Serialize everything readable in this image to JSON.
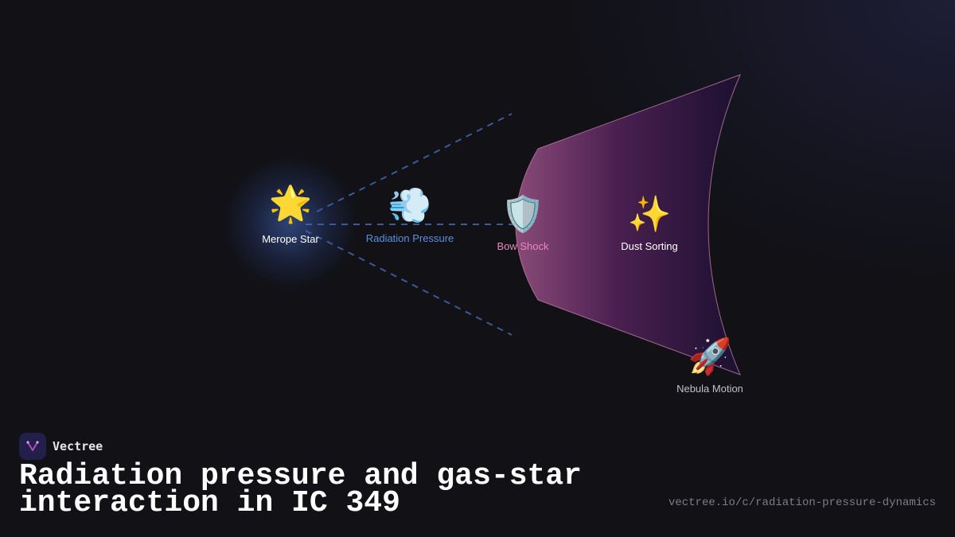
{
  "brand": {
    "name": "Vectree",
    "logo_icon": "v-sparkle-icon"
  },
  "title": "Radiation pressure and gas-star interaction in IC 349",
  "url": "vectree.io/c/radiation-pressure-dynamics",
  "colors": {
    "background": "#111116",
    "radiation_label": "#5b8fe0",
    "bow_shock_label": "#e88ac0",
    "default_label": "#ffffff",
    "nebula_label": "#c0c0c8",
    "ray_lines": "#3a5a9a"
  },
  "nodes": {
    "star": {
      "emoji": "🌟",
      "label": "Merope Star",
      "icon": "glowing-star-icon"
    },
    "radiation": {
      "emoji": "💨",
      "label": "Radiation Pressure",
      "icon": "wind-icon"
    },
    "bow_shock": {
      "emoji": "🛡️",
      "label": "Bow Shock",
      "icon": "shield-icon"
    },
    "dust": {
      "emoji": "✨",
      "label": "Dust Sorting",
      "icon": "sparkles-icon"
    },
    "nebula": {
      "emoji": "🚀",
      "label": "Nebula Motion",
      "icon": "rocket-icon"
    }
  }
}
